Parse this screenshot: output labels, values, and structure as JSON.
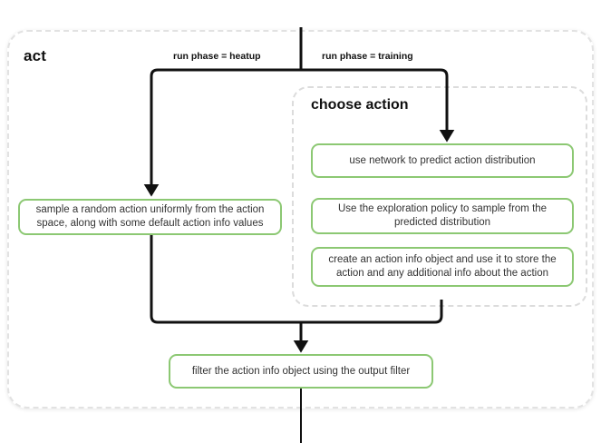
{
  "diagram": {
    "type": "flowchart",
    "title": "act",
    "subgraph_title": "choose action",
    "accent_color": "#8cc873",
    "line_color": "#111111",
    "panel_border_color": "#e2e2e2",
    "edge_labels": {
      "left": "run phase = heatup",
      "right": "run phase = training"
    },
    "nodes": {
      "heatup_sample": "sample a random action uniformly from the action space, along with some default action info values",
      "predict": "use network to predict action distribution",
      "explore": "Use the exploration policy to sample from the predicted distribution",
      "store": "create an action info object and use it to store the action and any additional info about the action",
      "filter": "filter the action info object using the output filter"
    }
  }
}
